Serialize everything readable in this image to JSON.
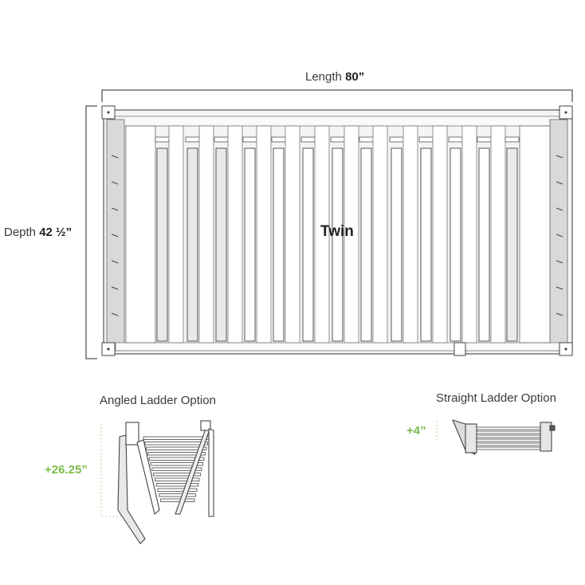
{
  "dimensions": {
    "length_label": "Length",
    "length_value": "80”",
    "depth_label": "Depth",
    "depth_value": "42 ½”"
  },
  "bed": {
    "size_label": "Twin"
  },
  "options": [
    {
      "title": "Angled Ladder Option",
      "height_add": "+26.25”"
    },
    {
      "title": "Straight Ladder Option",
      "height_add": "+4”"
    }
  ],
  "colors": {
    "accent_green": "#7dbb4c",
    "line": "#444444"
  }
}
